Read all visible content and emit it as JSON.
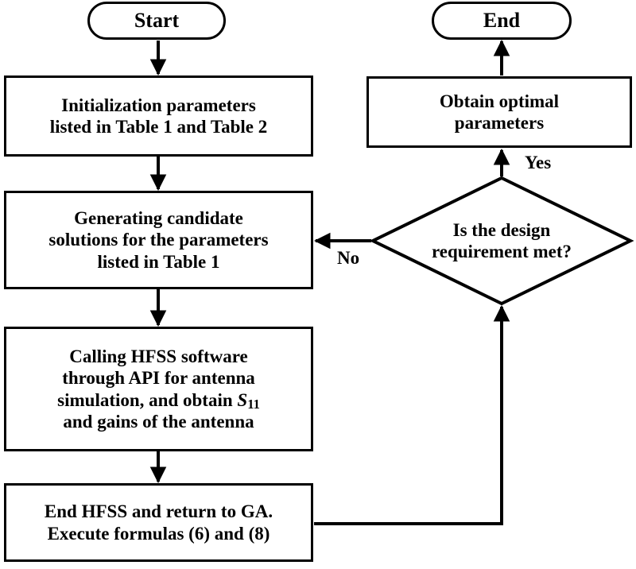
{
  "diagram": {
    "title": "Antenna optimization flowchart (GA + HFSS)",
    "stroke_color": "#000000",
    "fill_color": "#ffffff",
    "nodes": {
      "start": {
        "label": "Start",
        "shape": "terminal"
      },
      "end": {
        "label": "End",
        "shape": "terminal"
      },
      "initialization": {
        "shape": "process",
        "line1": "Initialization parameters",
        "line2": "listed in Table 1 and Table 2"
      },
      "generate": {
        "shape": "process",
        "line1": "Generating candidate",
        "line2": "solutions for the parameters",
        "line3": "listed in Table 1"
      },
      "simulate": {
        "shape": "process",
        "line1": "Calling HFSS software",
        "line2": "through API for antenna",
        "line3a": "simulation, and obtain ",
        "line3_sym": "S",
        "line3_sub": "11",
        "line4": "and gains of the antenna"
      },
      "evaluate": {
        "shape": "process",
        "line1": "End HFSS and return to GA.",
        "line2": "Execute formulas (6) and (8)"
      },
      "decision": {
        "shape": "diamond",
        "line1": "Is the design",
        "line2": "requirement met?"
      },
      "optimal": {
        "shape": "process",
        "line1": "Obtain optimal",
        "line2": "parameters"
      }
    },
    "edge_labels": {
      "yes": "Yes",
      "no": "No"
    }
  }
}
